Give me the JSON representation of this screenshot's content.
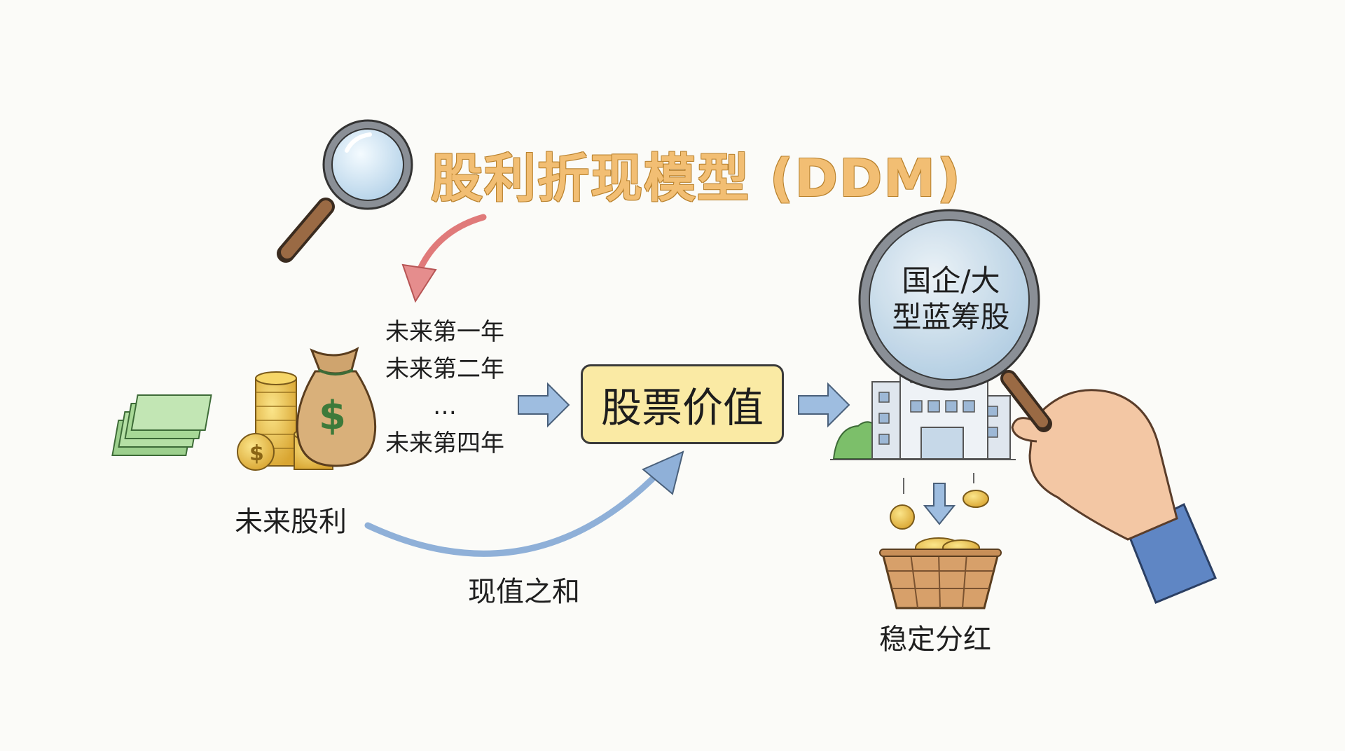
{
  "title": "股利折现模型 (DDM)",
  "years": [
    "未来第一年",
    "未来第二年",
    "…",
    "未来第四年"
  ],
  "future_dividends_label": "未来股利",
  "present_value_sum_label": "现值之和",
  "stock_value_label": "股票价值",
  "soe_label_line1": "国企/大",
  "soe_label_line2": "型蓝筹股",
  "stable_dividend_label": "稳定分红",
  "colors": {
    "title_fill": "#f2be73",
    "stock_box": "#faeaa4",
    "arrow_blue": "#8fb0d8",
    "arrow_red": "#e07a7a"
  },
  "icons": [
    "magnifier-icon",
    "money-bag-icon",
    "coin-stack-icon",
    "cash-stack-icon",
    "building-icon",
    "hand-magnifier-icon",
    "basket-icon"
  ]
}
